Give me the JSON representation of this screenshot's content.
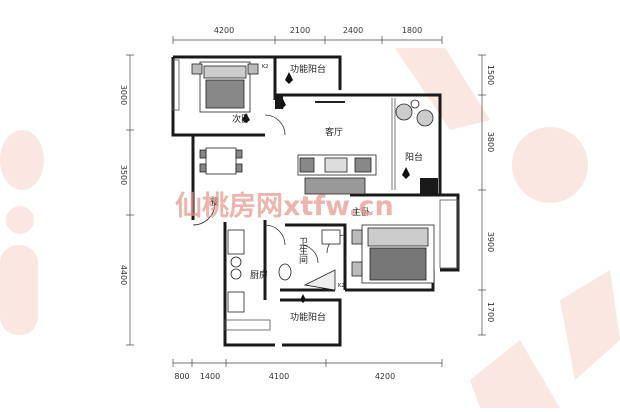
{
  "dimensions": {
    "top": [
      "4200",
      "2100",
      "2400",
      "1800"
    ],
    "bottom": [
      "800",
      "1400",
      "4100",
      "4200"
    ],
    "left": [
      "3000",
      "3500",
      "4400"
    ],
    "right": [
      "1500",
      "3800",
      "3900",
      "1700"
    ]
  },
  "rooms": {
    "functional_balcony_top": "功能阳台",
    "secondary_bedroom": "次卧",
    "living_room": "客厅",
    "balcony": "阳台",
    "dining": "餐",
    "master_bedroom": "主卧",
    "bathroom": "卫生间",
    "kitchen": "厨房",
    "functional_balcony_bottom": "功能阳台"
  },
  "ac_labels": [
    "K2",
    "K2"
  ],
  "watermark": "仙桃房网xtfw.cn",
  "colors": {
    "wall": "#1a1a1a",
    "accent_deco": "#fbe7e2",
    "watermark": "#e99a90"
  }
}
